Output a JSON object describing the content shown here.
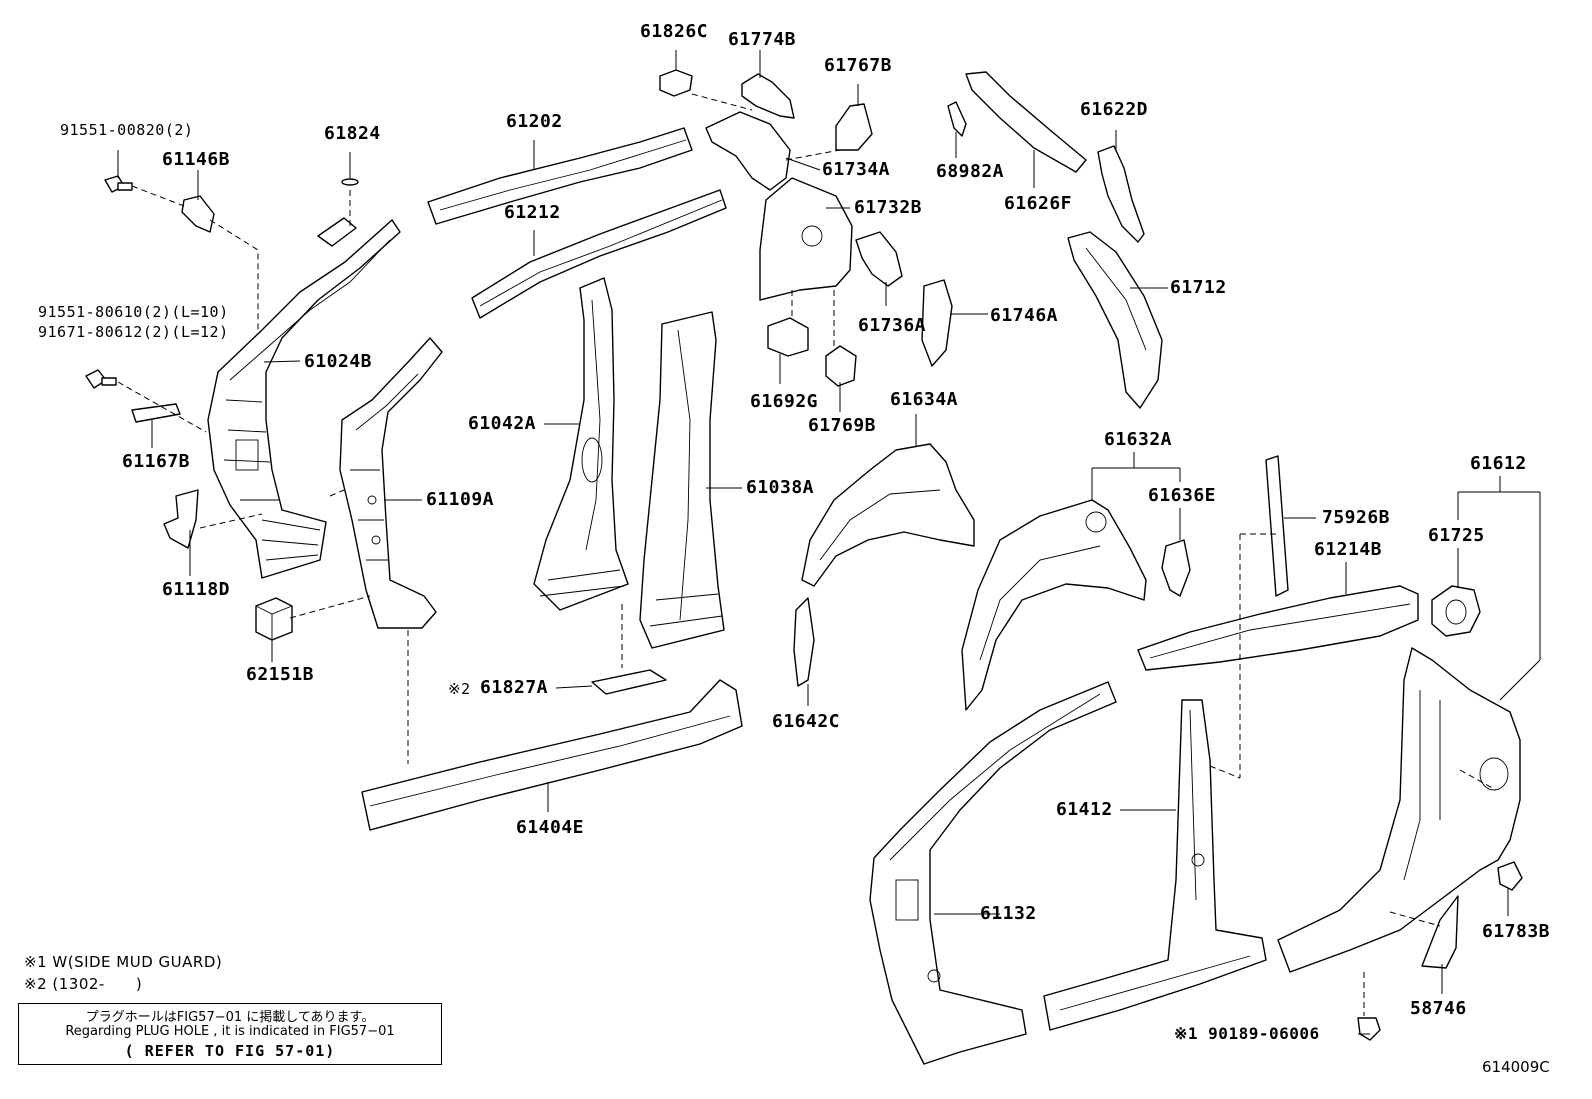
{
  "figure_code": "614009C",
  "notes": {
    "note1": "※1 W(SIDE MUD GUARD)",
    "note2": "※2 (1302-　　)"
  },
  "note_box": {
    "line1": "プラグホールはFIG57−01 に掲載してあります。",
    "line2": "Regarding PLUG HOLE , it is indicated in FIG57−01",
    "line3": "( REFER TO FIG 57-01)"
  },
  "labels": {
    "p91551_00820": "91551-00820(2)",
    "p61146B": "61146B",
    "p61824": "61824",
    "p91551_80610": "91551-80610(2)(L=10)",
    "p91671_80612": "91671-80612(2)(L=12)",
    "p61024B": "61024B",
    "p61167B": "61167B",
    "p61118D": "61118D",
    "p62151B": "62151B",
    "p61109A": "61109A",
    "p61202": "61202",
    "p61212": "61212",
    "p61042A": "61042A",
    "p61038A": "61038A",
    "p61827A": "61827A",
    "p61827A_mark": "※2",
    "p61404E": "61404E",
    "p61826C": "61826C",
    "p61774B": "61774B",
    "p61767B": "61767B",
    "p61734A": "61734A",
    "p61732B": "61732B",
    "p61736A": "61736A",
    "p61692G": "61692G",
    "p61769B": "61769B",
    "p68982A": "68982A",
    "p61626F": "61626F",
    "p61622D": "61622D",
    "p61712": "61712",
    "p61746A": "61746A",
    "p61634A": "61634A",
    "p61642C": "61642C",
    "p61632A": "61632A",
    "p61636E": "61636E",
    "p75926B": "75926B",
    "p61214B": "61214B",
    "p61612": "61612",
    "p61725": "61725",
    "p61412": "61412",
    "p61132": "61132",
    "p61783B": "61783B",
    "p58746": "58746",
    "p90189_06006": "※1 90189-06006"
  }
}
